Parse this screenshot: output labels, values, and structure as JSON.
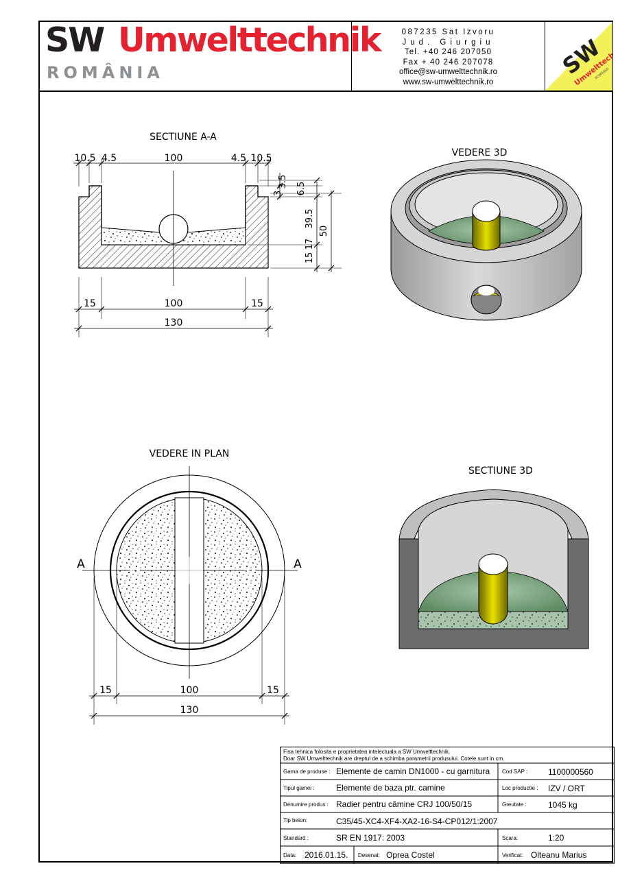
{
  "header": {
    "logo_sw": "SW",
    "logo_umwelttechnik": "Umwelttechnik",
    "logo_romania": "ROMÂNIA",
    "address_line1": "087235 Sat Izvoru",
    "address_line2": "Jud. Giurgiu",
    "phone": "Tel. +40 246 207050",
    "fax": "Fax + 40 246 207078",
    "email": "office@sw-umwelttechnik.ro",
    "website": "www.sw-umwelttechnik.ro",
    "badge_sw": "SW",
    "badge_umwelttechnik": "Umwelttechnik",
    "badge_romania": "ROMÂNIA",
    "colors": {
      "red": "#e52330",
      "dark": "#231f20",
      "grey": "#8e9194",
      "badge_yellow": "#f3f15a"
    }
  },
  "views": {
    "section_aa": {
      "title": "SECTIUNE A-A",
      "dims_top": [
        "10.5",
        "4.5",
        "100",
        "4.5",
        "10.5"
      ],
      "dims_right": [
        "3.5",
        "3",
        "6.5",
        "39.5",
        "50",
        "15",
        "17"
      ],
      "dims_bottom": [
        "15",
        "100",
        "15"
      ],
      "dim_total": "130"
    },
    "view_3d": {
      "title": "VEDERE 3D"
    },
    "plan_view": {
      "title": "VEDERE IN PLAN",
      "section_mark_left": "A",
      "section_mark_right": "A",
      "dims_bottom": [
        "15",
        "100",
        "15"
      ],
      "dim_total": "130"
    },
    "section_3d": {
      "title": "SECTIUNE 3D"
    }
  },
  "title_block": {
    "note_line1": "Fisa tehnica folosita e proprietatea intelectuala a SW Umwelttechnik.",
    "note_line2": "Doar SW Umwelttechnik are dreptul de a schimba parametrii produsului. Cotele sunt in cm.",
    "product_range_label": "Gama de produse :",
    "product_range_value": "Elemente de camin DN1000 - cu garnitura",
    "sap_label": "Cod SAP :",
    "sap_value": "1100000560",
    "type_label": "Tipul gamei :",
    "type_value": "Elemente de baza ptr. camine",
    "production_label": "Loc productie :",
    "production_value": "IZV / ORT",
    "name_label": "Denumire produs :",
    "name_value": "Radier pentru cămine CRJ 100/50/15",
    "weight_label": "Greutate :",
    "weight_value": "1045 kg",
    "concrete_label": "Tip beton:",
    "concrete_value": "C35/45-XC4-XF4-XA2-16-S4-CP012/1:2007",
    "standard_label": "Standard :",
    "standard_value": "SR EN 1917: 2003",
    "scale_label": "Scara:",
    "scale_value": "1:20",
    "date_label": "Data:",
    "date_value": "2016.01.15.",
    "drawn_label": "Desenat:",
    "drawn_value": "Oprea Costel",
    "checked_label": "Verificat:",
    "checked_value": "Olteanu Marius"
  }
}
